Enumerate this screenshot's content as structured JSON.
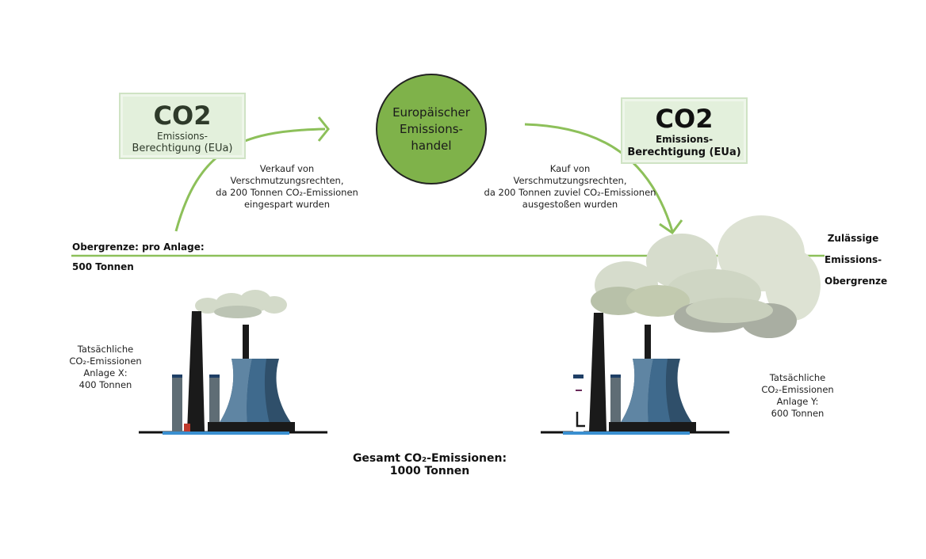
{
  "certificates": [
    {
      "title": "CO2",
      "sub1": "Emissions-",
      "sub2": "Berechtigung (EUa)"
    },
    {
      "title": "CO2",
      "sub1": "Emissions-",
      "sub2": "Berechtigung (EUa)"
    }
  ],
  "market": {
    "line1": "Europäischer",
    "line2": "Emissions-",
    "line3": "handel"
  },
  "sale_note": {
    "l1": "Verkauf von",
    "l2": "Verschmutzungsrechten,",
    "l3": "da 200 Tonnen CO₂-Emissionen",
    "l4": "eingespart wurden"
  },
  "purchase_note": {
    "l1": "Kauf von",
    "l2": "Verschmutzungsrechten,",
    "l3": "da 200 Tonnen zuviel CO₂-Emissionen",
    "l4": "ausgestoßen wurden"
  },
  "cap": {
    "left_l1": "Obergrenze: pro Anlage:",
    "left_l2": "500 Tonnen",
    "right_l1": "Zulässige",
    "right_l2": "Emissions-",
    "right_l3": "Obergrenze"
  },
  "plant_x": {
    "l1": "Tatsächliche",
    "l2": "CO₂-Emissionen",
    "l3": "Anlage X:",
    "l4": "400 Tonnen"
  },
  "plant_y": {
    "l1": "Tatsächliche",
    "l2": "CO₂-Emissionen",
    "l3": "Anlage Y:",
    "l4": "600 Tonnen"
  },
  "total": {
    "l1": "Gesamt CO₂-Emissionen:",
    "l2": "1000 Tonnen"
  },
  "colors": {
    "green": "#8dc05a",
    "circle": "#7fb24a",
    "tower": "#2f4f6a",
    "smoke": "#cfd8c6"
  }
}
